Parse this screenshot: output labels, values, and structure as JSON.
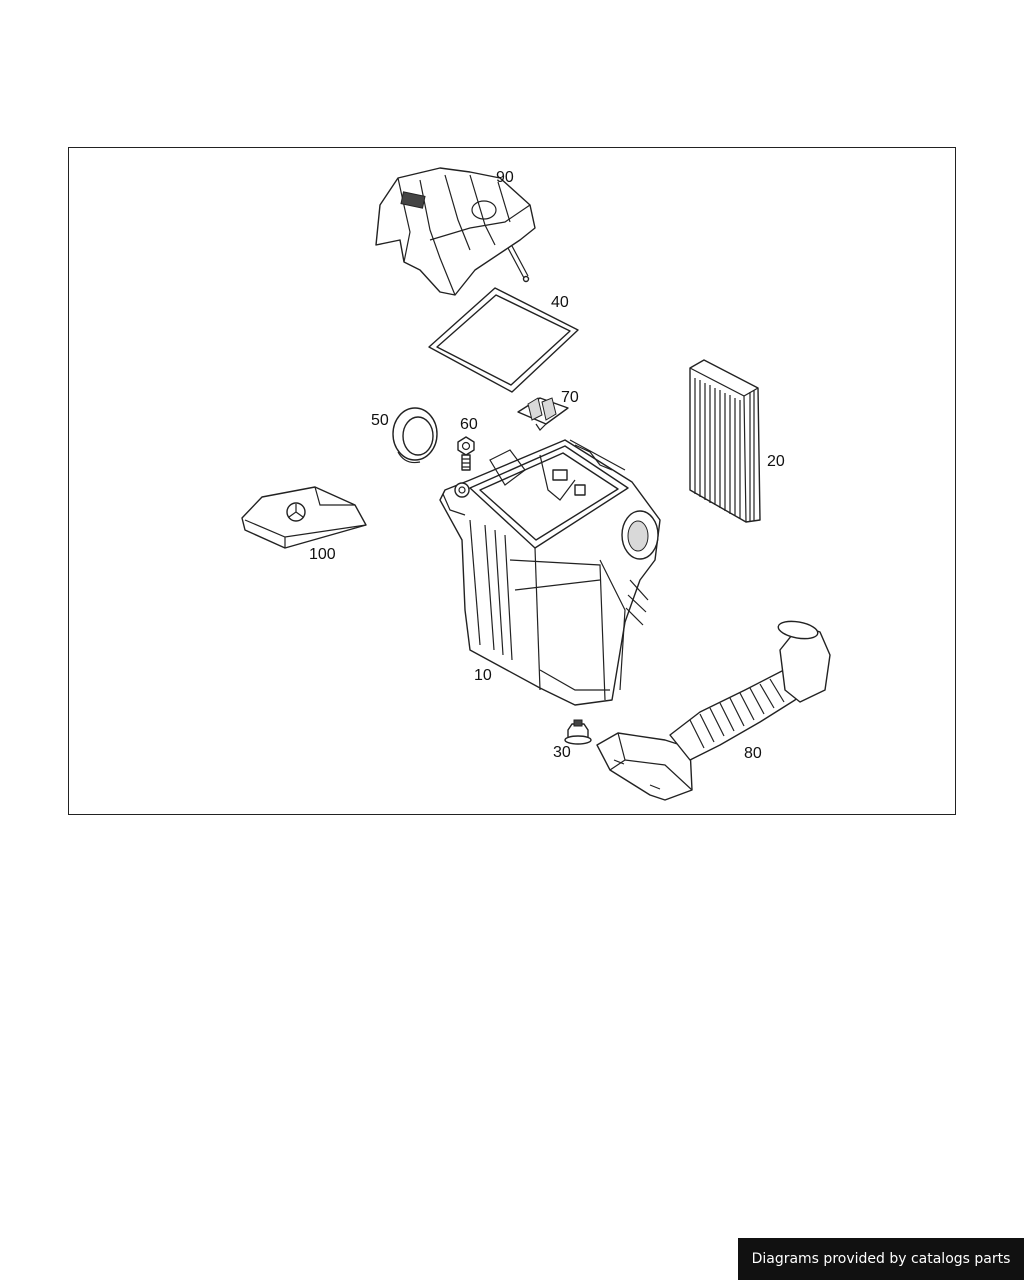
{
  "diagram": {
    "part_labels": {
      "p10": "10",
      "p20": "20",
      "p30": "30",
      "p40": "40",
      "p50": "50",
      "p60": "60",
      "p70": "70",
      "p80": "80",
      "p90": "90",
      "p100": "100"
    }
  },
  "footer": {
    "credit": "Diagrams provided by catalogs parts"
  }
}
